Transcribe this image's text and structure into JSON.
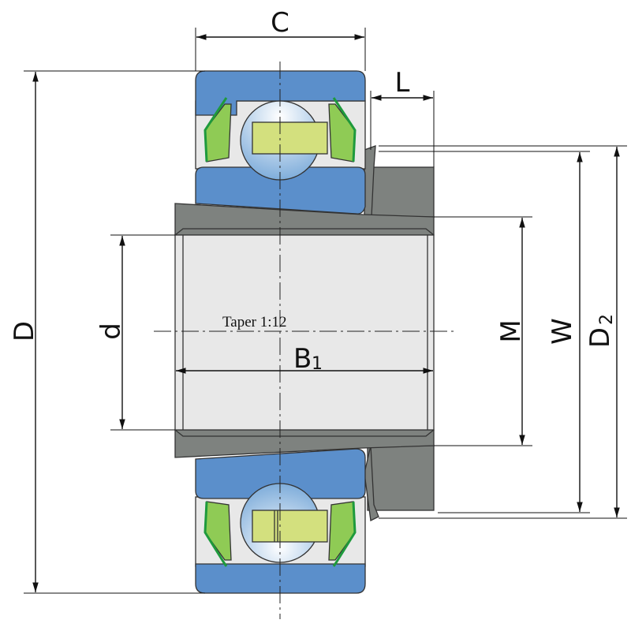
{
  "labels": {
    "C": "C",
    "L": "L",
    "D": "D",
    "d": "d",
    "M": "M",
    "W": "W",
    "D2_main": "D",
    "D2_sub": "2",
    "B1_main": "B",
    "B1_sub": "1",
    "taper": "Taper 1:12"
  },
  "colors": {
    "ring": "#5b8fcb",
    "sleeve": "#7e827f",
    "bore": "#e8e8e8",
    "seal": "#8fcb55",
    "seal_lip": "#1e9a3c",
    "cage": "#d3e07e"
  }
}
